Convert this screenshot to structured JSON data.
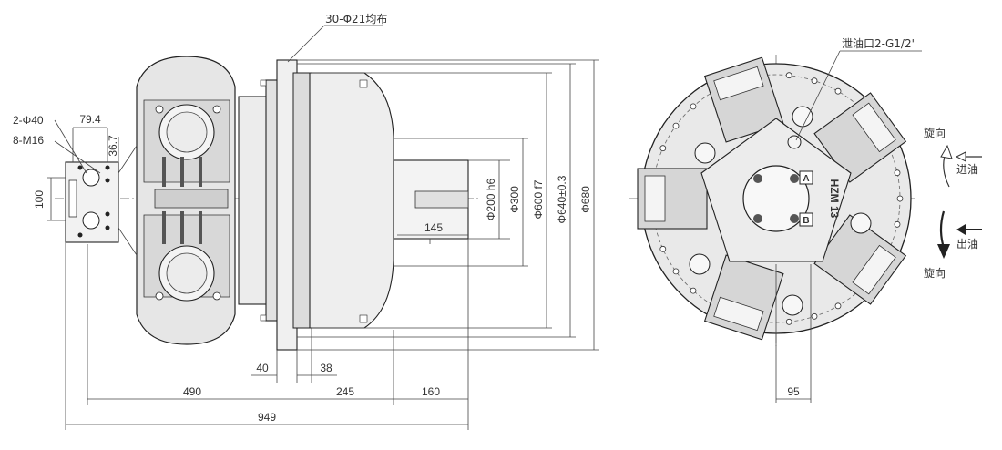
{
  "callouts": {
    "bolt_holes": "30-Φ21均布",
    "drain_port": "泄油口2-G1/2\"",
    "holes_40": "2-Φ40",
    "thread_m16": "8-M16"
  },
  "dimensions": {
    "d_79_4": "79.4",
    "d_36_7": "36.7",
    "d_100": "100",
    "d_shaft": "Φ200 h6",
    "d_300": "Φ300",
    "d_600": "Φ600 f7",
    "d_640": "Φ640±0.3",
    "d_680": "Φ680",
    "d_145": "145",
    "d_40": "40",
    "d_38": "38",
    "d_490": "490",
    "d_245": "245",
    "d_160": "160",
    "d_949": "949",
    "d_95": "95"
  },
  "flow": {
    "rotation_top": "旋向",
    "inlet": "进油",
    "outlet": "出油",
    "rotation_bottom": "旋向"
  },
  "port_marks": {
    "a": "A",
    "b": "B"
  },
  "nameplate": "HZM 13"
}
